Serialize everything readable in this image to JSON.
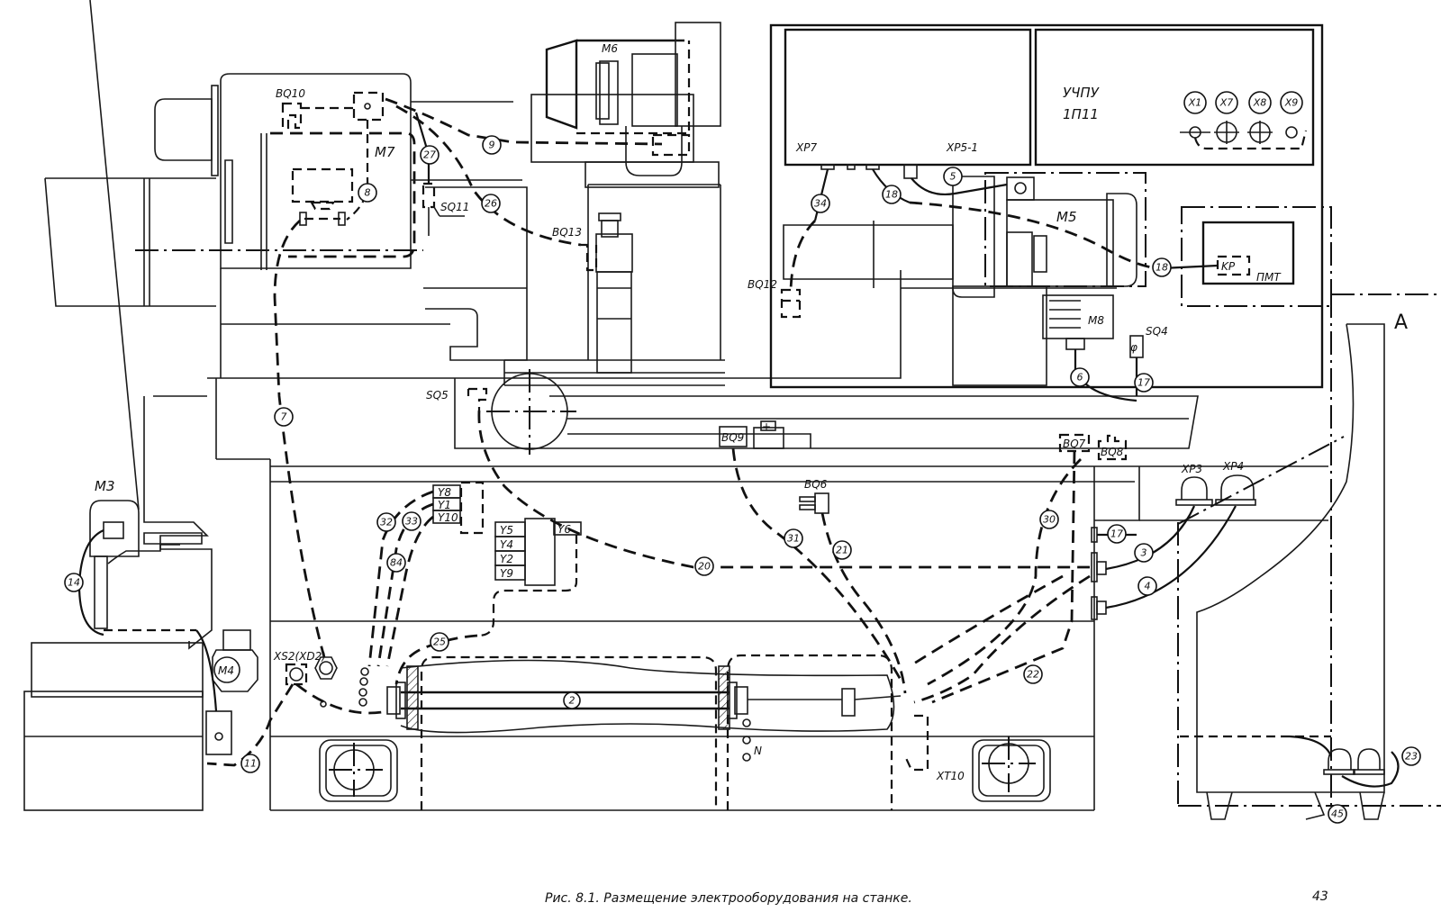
{
  "figure": {
    "caption": "Рис. 8.1. Размещение электрооборудования на станке.",
    "page_number": "43"
  },
  "cnc_unit": {
    "title_line1": "УЧПУ",
    "title_line2": "1П11",
    "connectors": [
      "X1",
      "X7",
      "X8",
      "X9"
    ],
    "port_left": "XP7",
    "port_right": "XP5-1"
  },
  "motors": {
    "m3": "M3",
    "m4": "M4",
    "m5": "M5",
    "m6": "M6",
    "m7": "M7",
    "m8": "M8"
  },
  "sensors": {
    "bq6": "BQ6",
    "bq7": "BQ7",
    "bq8": "BQ8",
    "bq9": "BQ9",
    "bq10": "BQ10",
    "bq12": "BQ12",
    "bq13": "BQ13"
  },
  "switches": {
    "sq4": "SQ4",
    "sq5": "SQ5",
    "sq11": "SQ11"
  },
  "valves": {
    "group1": [
      "Y8",
      "Y1",
      "Y10"
    ],
    "group2": [
      "Y5",
      "Y4",
      "Y2",
      "Y9"
    ],
    "y6": "Y6"
  },
  "connectors": {
    "xp3": "XP3",
    "xp4": "XP4",
    "xs2": "XS2(XD2)",
    "xt10": "XT10",
    "n": "N"
  },
  "pmt": {
    "label": "ПМТ",
    "inner": "KP"
  },
  "pendant": {
    "label": "A"
  },
  "cable_numbers": {
    "c2": "2",
    "c3": "3",
    "c4": "4",
    "c5": "5",
    "c6": "6",
    "c7": "7",
    "c8": "8",
    "c9": "9",
    "c11": "11",
    "c14": "14",
    "c17a": "17",
    "c17b": "17",
    "c18a": "18",
    "c18b": "18",
    "c20": "20",
    "c21": "21",
    "c22": "22",
    "c23": "23",
    "c25": "25",
    "c26": "26",
    "c27": "27",
    "c30": "30",
    "c31": "31",
    "c32": "32",
    "c33": "33",
    "c34": "34",
    "c45": "45",
    "c84": "84"
  }
}
